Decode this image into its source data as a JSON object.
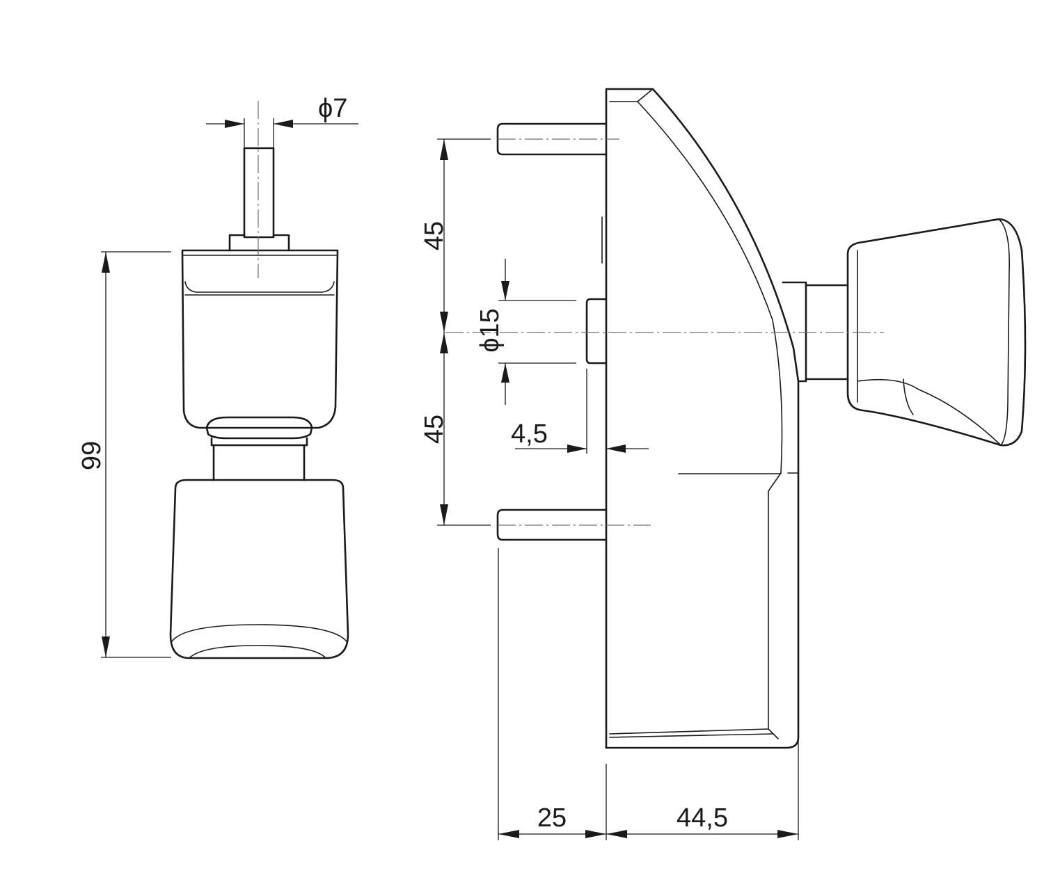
{
  "colors": {
    "line": "#1a1a1a",
    "centerline": "#6e6e6e",
    "background": "#ffffff"
  },
  "dimensions": {
    "shaft_diameter": "ϕ7",
    "overall_height": "99",
    "upper_spacing": "45",
    "lower_spacing": "45",
    "boss_diameter": "ϕ15",
    "boss_depth": "4,5",
    "stud_length": "25",
    "body_depth": "44,5"
  }
}
